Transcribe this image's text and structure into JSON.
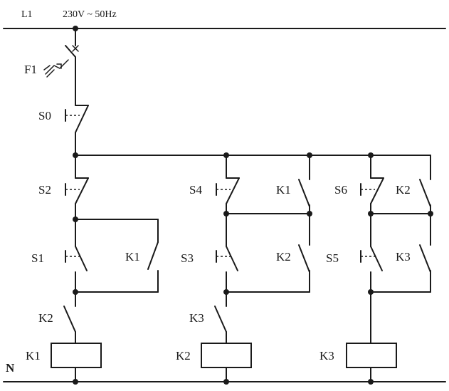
{
  "supply": {
    "line_label": "L1",
    "voltage_label": "230V ~ 50Hz",
    "neutral_label": "N"
  },
  "protection": {
    "fuse_label": "F1",
    "stop_label": "S0"
  },
  "branches": [
    {
      "stop_label": "S2",
      "start_label": "S1",
      "hold_label": "K1",
      "interlock_label": "K2",
      "coil_label": "K1"
    },
    {
      "stop_label": "S4",
      "upper_contact_label": "K1",
      "start_label": "S3",
      "hold_label": "K2",
      "interlock_label": "K3",
      "coil_label": "K2"
    },
    {
      "stop_label": "S6",
      "upper_contact_label": "K2",
      "start_label": "S5",
      "hold_label": "K3",
      "coil_label": "K3"
    }
  ],
  "colors": {
    "wire": "#1a1a1a",
    "background": "#ffffff"
  }
}
